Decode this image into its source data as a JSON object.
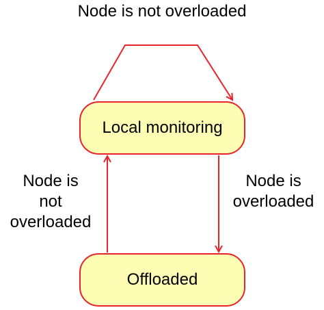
{
  "colors": {
    "state_fill": "#fefdb4",
    "stroke": "#e8232a",
    "text": "#000000"
  },
  "states": {
    "local_monitoring": "Local monitoring",
    "offloaded": "Offloaded"
  },
  "transitions": {
    "self_loop": "Node is not overloaded",
    "local_to_offloaded": [
      "Node is",
      "overloaded"
    ],
    "offloaded_to_local": [
      "Node is",
      "not",
      "overloaded"
    ]
  }
}
